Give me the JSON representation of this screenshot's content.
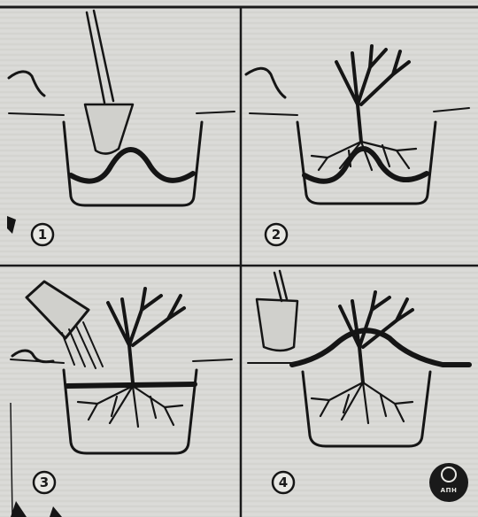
{
  "panels": [
    {
      "step": "1",
      "scene": "digging-hole-with-spade"
    },
    {
      "step": "2",
      "scene": "placing-bush-on-mound"
    },
    {
      "step": "3",
      "scene": "watering-planted-bush"
    },
    {
      "step": "4",
      "scene": "backfilling-soil-mound"
    }
  ],
  "logo": {
    "text": "АПН"
  },
  "colors": {
    "paper": "#d9d9d6",
    "ink": "#151515",
    "line": "#2a2a2a"
  }
}
